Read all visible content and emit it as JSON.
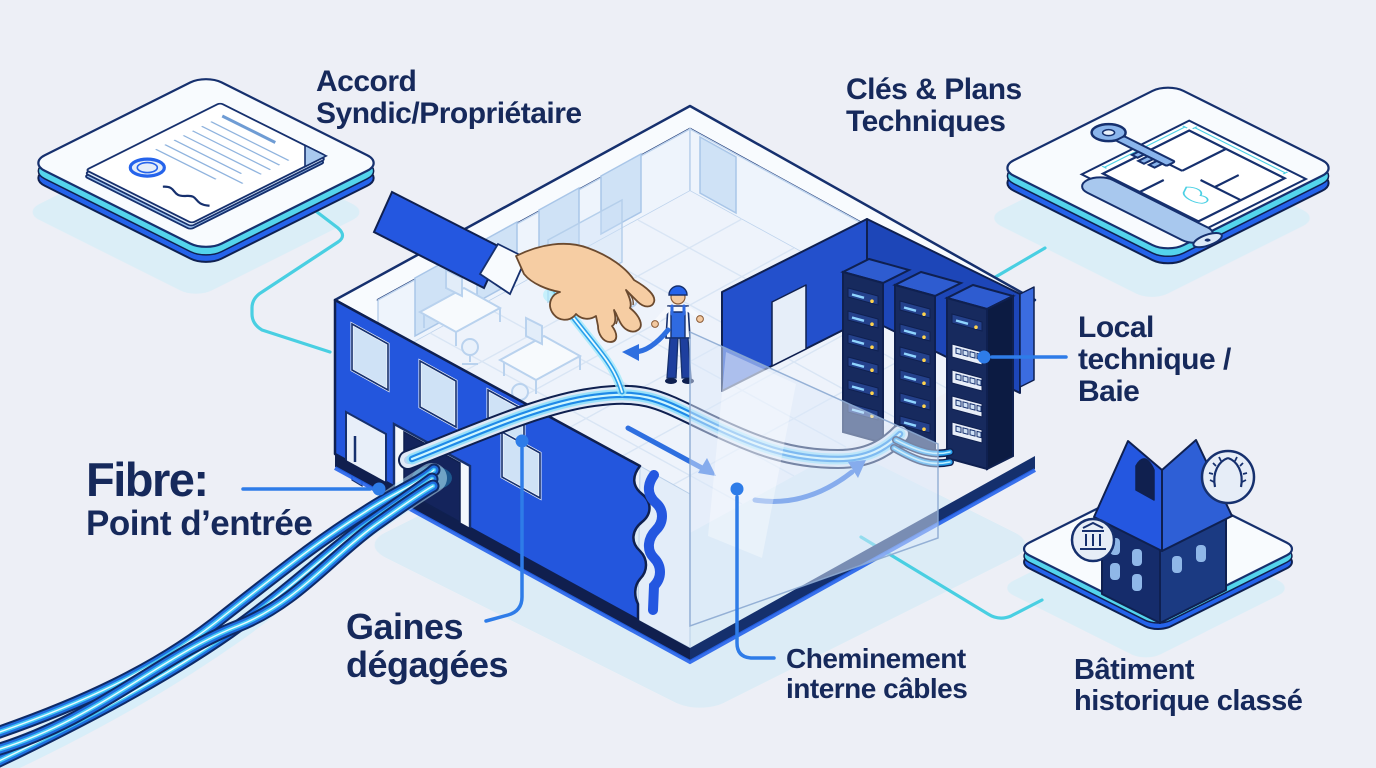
{
  "scene": {
    "description": "Isometric infographic of fiber-optic installation prerequisites in a building",
    "colors": {
      "bg": "#edeff6",
      "navy": "#16295b",
      "royal": "#2356dd",
      "cyan": "#49cfe2",
      "leader": "#2e7ce8",
      "outline": "#0f2050",
      "glow": "#8fe0fa"
    }
  },
  "labels": {
    "accord": {
      "line1": "Accord",
      "line2": "Syndic/Propriétaire"
    },
    "cles": {
      "line1": "Clés & Plans",
      "line2": "Techniques"
    },
    "local": {
      "line1": "Local",
      "line2": "technique /",
      "line3": "Baie"
    },
    "fibre": {
      "line1": "Fibre:",
      "line2": "Point d’entrée"
    },
    "gaines": {
      "line1": "Gaines",
      "line2": "dégagées"
    },
    "cheminement": {
      "line1": "Cheminement",
      "line2": "interne câbles"
    },
    "batiment": {
      "line1": "Bâtiment",
      "line2": "historique classé"
    }
  },
  "icons": {
    "documents": "signed-agreement-documents-icon",
    "seal": "approval-seal-icon",
    "key": "key-icon",
    "plan": "floor-plan-icon",
    "blueprint_roll": "blueprint-roll-icon",
    "server_racks": "server-rack-icon",
    "hand": "guiding-hand-icon",
    "worker": "technician-icon",
    "fiber_cable": "fiber-cable-icon",
    "historic_building": "historic-building-icon",
    "laurel": "laurel-wreath-icon",
    "column": "classical-column-icon"
  }
}
